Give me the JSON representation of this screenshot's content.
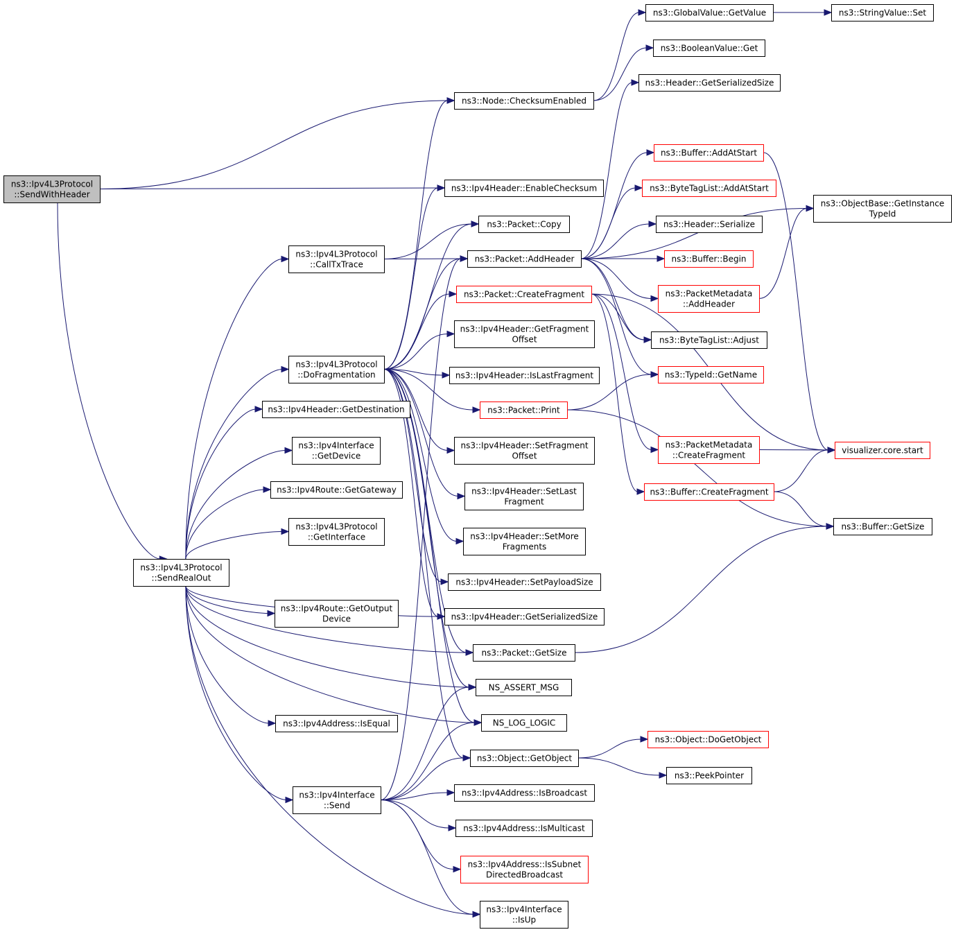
{
  "graph": {
    "title": "",
    "root": "SendWithHeader",
    "colors": {
      "edge": "#191970",
      "root_fill": "#bfbfbf",
      "red_border": "#ff0000",
      "black_border": "#000000"
    },
    "nodes": [
      {
        "id": "SendWithHeader",
        "lines": [
          "ns3::Ipv4L3Protocol",
          "::SendWithHeader"
        ],
        "style": "root"
      },
      {
        "id": "CallTxTrace",
        "lines": [
          "ns3::Ipv4L3Protocol",
          "::CallTxTrace"
        ],
        "style": "black"
      },
      {
        "id": "DoFragmentation",
        "lines": [
          "ns3::Ipv4L3Protocol",
          "::DoFragmentation"
        ],
        "style": "black"
      },
      {
        "id": "GetDestination",
        "lines": [
          "ns3::Ipv4Header::GetDestination"
        ],
        "style": "black"
      },
      {
        "id": "IfGetDevice",
        "lines": [
          "ns3::Ipv4Interface",
          "::GetDevice"
        ],
        "style": "black"
      },
      {
        "id": "GetGateway",
        "lines": [
          "ns3::Ipv4Route::GetGateway"
        ],
        "style": "black"
      },
      {
        "id": "GetInterface",
        "lines": [
          "ns3::Ipv4L3Protocol",
          "::GetInterface"
        ],
        "style": "black"
      },
      {
        "id": "SendRealOut",
        "lines": [
          "ns3::Ipv4L3Protocol",
          "::SendRealOut"
        ],
        "style": "black"
      },
      {
        "id": "GetOutputDevice",
        "lines": [
          "ns3::Ipv4Route::GetOutput",
          "Device"
        ],
        "style": "black"
      },
      {
        "id": "IsEqual",
        "lines": [
          "ns3::Ipv4Address::IsEqual"
        ],
        "style": "black"
      },
      {
        "id": "IfSend",
        "lines": [
          "ns3::Ipv4Interface",
          "::Send"
        ],
        "style": "black"
      },
      {
        "id": "ChecksumEnabled",
        "lines": [
          "ns3::Node::ChecksumEnabled"
        ],
        "style": "black"
      },
      {
        "id": "EnableChecksum",
        "lines": [
          "ns3::Ipv4Header::EnableChecksum"
        ],
        "style": "black"
      },
      {
        "id": "PacketCopy",
        "lines": [
          "ns3::Packet::Copy"
        ],
        "style": "black"
      },
      {
        "id": "PacketAddHeader",
        "lines": [
          "ns3::Packet::AddHeader"
        ],
        "style": "black"
      },
      {
        "id": "PacketCreateFragment",
        "lines": [
          "ns3::Packet::CreateFragment"
        ],
        "style": "red"
      },
      {
        "id": "GetFragmentOffset",
        "lines": [
          "ns3::Ipv4Header::GetFragment",
          "Offset"
        ],
        "style": "black"
      },
      {
        "id": "IsLastFragment",
        "lines": [
          "ns3::Ipv4Header::IsLastFragment"
        ],
        "style": "black"
      },
      {
        "id": "PacketPrint",
        "lines": [
          "ns3::Packet::Print"
        ],
        "style": "red"
      },
      {
        "id": "SetFragmentOffset",
        "lines": [
          "ns3::Ipv4Header::SetFragment",
          "Offset"
        ],
        "style": "black"
      },
      {
        "id": "SetLastFragment",
        "lines": [
          "ns3::Ipv4Header::SetLast",
          "Fragment"
        ],
        "style": "black"
      },
      {
        "id": "SetMoreFragments",
        "lines": [
          "ns3::Ipv4Header::SetMore",
          "Fragments"
        ],
        "style": "black"
      },
      {
        "id": "SetPayloadSize",
        "lines": [
          "ns3::Ipv4Header::SetPayloadSize"
        ],
        "style": "black"
      },
      {
        "id": "Ipv4GetSerializedSize",
        "lines": [
          "ns3::Ipv4Header::GetSerializedSize"
        ],
        "style": "black"
      },
      {
        "id": "PacketGetSize",
        "lines": [
          "ns3::Packet::GetSize"
        ],
        "style": "black"
      },
      {
        "id": "NSAssertMsg",
        "lines": [
          "NS_ASSERT_MSG"
        ],
        "style": "black"
      },
      {
        "id": "NSLogLogic",
        "lines": [
          "NS_LOG_LOGIC"
        ],
        "style": "black"
      },
      {
        "id": "ObjectGetObject",
        "lines": [
          "ns3::Object::GetObject"
        ],
        "style": "black"
      },
      {
        "id": "IsBroadcast",
        "lines": [
          "ns3::Ipv4Address::IsBroadcast"
        ],
        "style": "black"
      },
      {
        "id": "IsMulticast",
        "lines": [
          "ns3::Ipv4Address::IsMulticast"
        ],
        "style": "black"
      },
      {
        "id": "IsSubnetDirectedBroadcast",
        "lines": [
          "ns3::Ipv4Address::IsSubnet",
          "DirectedBroadcast"
        ],
        "style": "red"
      },
      {
        "id": "IfIsUp",
        "lines": [
          "ns3::Ipv4Interface",
          "::IsUp"
        ],
        "style": "black"
      },
      {
        "id": "GlobalGetValue",
        "lines": [
          "ns3::GlobalValue::GetValue"
        ],
        "style": "black"
      },
      {
        "id": "StringValueSet",
        "lines": [
          "ns3::StringValue::Set"
        ],
        "style": "black"
      },
      {
        "id": "BooleanValueGet",
        "lines": [
          "ns3::BooleanValue::Get"
        ],
        "style": "black"
      },
      {
        "id": "HeaderGetSerializedSize",
        "lines": [
          "ns3::Header::GetSerializedSize"
        ],
        "style": "black"
      },
      {
        "id": "BufferAddAtStart",
        "lines": [
          "ns3::Buffer::AddAtStart"
        ],
        "style": "red"
      },
      {
        "id": "ByteTagListAddAtStart",
        "lines": [
          "ns3::ByteTagList::AddAtStart"
        ],
        "style": "red"
      },
      {
        "id": "HeaderSerialize",
        "lines": [
          "ns3::Header::Serialize"
        ],
        "style": "black"
      },
      {
        "id": "BufferBegin",
        "lines": [
          "ns3::Buffer::Begin"
        ],
        "style": "red"
      },
      {
        "id": "PMAddHeader",
        "lines": [
          "ns3::PacketMetadata",
          "::AddHeader"
        ],
        "style": "red"
      },
      {
        "id": "ByteTagListAdjust",
        "lines": [
          "ns3::ByteTagList::Adjust"
        ],
        "style": "black"
      },
      {
        "id": "TypeIdGetName",
        "lines": [
          "ns3::TypeId::GetName"
        ],
        "style": "red"
      },
      {
        "id": "PMCreateFragment",
        "lines": [
          "ns3::PacketMetadata",
          "::CreateFragment"
        ],
        "style": "red"
      },
      {
        "id": "BufferCreateFragment",
        "lines": [
          "ns3::Buffer::CreateFragment"
        ],
        "style": "red"
      },
      {
        "id": "ObjectBaseGetInstanceTypeId",
        "lines": [
          "ns3::ObjectBase::GetInstance",
          "TypeId"
        ],
        "style": "black"
      },
      {
        "id": "VisualizerStart",
        "lines": [
          "visualizer.core.start"
        ],
        "style": "red"
      },
      {
        "id": "BufferGetSize",
        "lines": [
          "ns3::Buffer::GetSize"
        ],
        "style": "black"
      },
      {
        "id": "DoGetObject",
        "lines": [
          "ns3::Object::DoGetObject"
        ],
        "style": "red"
      },
      {
        "id": "PeekPointer",
        "lines": [
          "ns3::PeekPointer"
        ],
        "style": "black"
      }
    ],
    "edges": [
      [
        "SendWithHeader",
        "ChecksumEnabled"
      ],
      [
        "SendWithHeader",
        "EnableChecksum"
      ],
      [
        "SendWithHeader",
        "SendRealOut"
      ],
      [
        "SendRealOut",
        "CallTxTrace"
      ],
      [
        "SendRealOut",
        "DoFragmentation"
      ],
      [
        "SendRealOut",
        "GetDestination"
      ],
      [
        "SendRealOut",
        "IfGetDevice"
      ],
      [
        "SendRealOut",
        "GetGateway"
      ],
      [
        "SendRealOut",
        "GetInterface"
      ],
      [
        "SendRealOut",
        "GetOutputDevice"
      ],
      [
        "SendRealOut",
        "IsEqual"
      ],
      [
        "SendRealOut",
        "IfSend"
      ],
      [
        "SendRealOut",
        "Ipv4GetSerializedSize"
      ],
      [
        "SendRealOut",
        "PacketGetSize"
      ],
      [
        "SendRealOut",
        "NSAssertMsg"
      ],
      [
        "SendRealOut",
        "NSLogLogic"
      ],
      [
        "SendRealOut",
        "IfIsUp"
      ],
      [
        "CallTxTrace",
        "PacketCopy"
      ],
      [
        "CallTxTrace",
        "PacketAddHeader"
      ],
      [
        "DoFragmentation",
        "ChecksumEnabled"
      ],
      [
        "DoFragmentation",
        "EnableChecksum"
      ],
      [
        "DoFragmentation",
        "PacketCopy"
      ],
      [
        "DoFragmentation",
        "PacketAddHeader"
      ],
      [
        "DoFragmentation",
        "PacketCreateFragment"
      ],
      [
        "DoFragmentation",
        "GetFragmentOffset"
      ],
      [
        "DoFragmentation",
        "IsLastFragment"
      ],
      [
        "DoFragmentation",
        "PacketPrint"
      ],
      [
        "DoFragmentation",
        "SetFragmentOffset"
      ],
      [
        "DoFragmentation",
        "SetLastFragment"
      ],
      [
        "DoFragmentation",
        "SetMoreFragments"
      ],
      [
        "DoFragmentation",
        "SetPayloadSize"
      ],
      [
        "DoFragmentation",
        "Ipv4GetSerializedSize"
      ],
      [
        "DoFragmentation",
        "PacketGetSize"
      ],
      [
        "DoFragmentation",
        "NSAssertMsg"
      ],
      [
        "DoFragmentation",
        "NSLogLogic"
      ],
      [
        "DoFragmentation",
        "ObjectGetObject"
      ],
      [
        "IfSend",
        "PacketAddHeader"
      ],
      [
        "IfSend",
        "NSAssertMsg"
      ],
      [
        "IfSend",
        "NSLogLogic"
      ],
      [
        "IfSend",
        "ObjectGetObject"
      ],
      [
        "IfSend",
        "IsBroadcast"
      ],
      [
        "IfSend",
        "IsMulticast"
      ],
      [
        "IfSend",
        "IsSubnetDirectedBroadcast"
      ],
      [
        "IfSend",
        "IfIsUp"
      ],
      [
        "ChecksumEnabled",
        "GlobalGetValue"
      ],
      [
        "ChecksumEnabled",
        "BooleanValueGet"
      ],
      [
        "GlobalGetValue",
        "StringValueSet"
      ],
      [
        "PacketAddHeader",
        "HeaderGetSerializedSize"
      ],
      [
        "PacketAddHeader",
        "ObjectBaseGetInstanceTypeId"
      ],
      [
        "PacketAddHeader",
        "BufferAddAtStart"
      ],
      [
        "PacketAddHeader",
        "ByteTagListAddAtStart"
      ],
      [
        "PacketAddHeader",
        "HeaderSerialize"
      ],
      [
        "PacketAddHeader",
        "BufferBegin"
      ],
      [
        "PacketAddHeader",
        "PMAddHeader"
      ],
      [
        "PacketAddHeader",
        "ByteTagListAdjust"
      ],
      [
        "PacketAddHeader",
        "TypeIdGetName"
      ],
      [
        "PacketCreateFragment",
        "ByteTagListAdjust"
      ],
      [
        "PacketCreateFragment",
        "PMCreateFragment"
      ],
      [
        "PacketCreateFragment",
        "BufferCreateFragment"
      ],
      [
        "PacketCreateFragment",
        "VisualizerStart"
      ],
      [
        "PacketPrint",
        "TypeIdGetName"
      ],
      [
        "PacketPrint",
        "BufferGetSize"
      ],
      [
        "BufferAddAtStart",
        "VisualizerStart"
      ],
      [
        "PMAddHeader",
        "ObjectBaseGetInstanceTypeId"
      ],
      [
        "PMCreateFragment",
        "VisualizerStart"
      ],
      [
        "BufferCreateFragment",
        "VisualizerStart"
      ],
      [
        "BufferCreateFragment",
        "BufferGetSize"
      ],
      [
        "PacketGetSize",
        "BufferGetSize"
      ],
      [
        "ObjectGetObject",
        "DoGetObject"
      ],
      [
        "ObjectGetObject",
        "PeekPointer"
      ]
    ]
  }
}
